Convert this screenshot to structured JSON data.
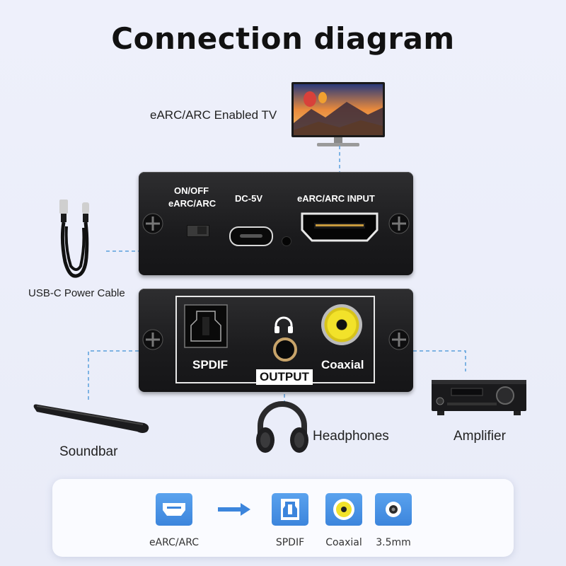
{
  "title": "Connection diagram",
  "tv": {
    "label": "eARC/ARC Enabled TV"
  },
  "top_panel": {
    "switch_label_1": "ON/OFF",
    "switch_label_2": "eARC/ARC",
    "dc_label": "DC-5V",
    "input_label": "eARC/ARC INPUT"
  },
  "bottom_panel": {
    "spdif_label": "SPDIF",
    "output_label": "OUTPUT",
    "coaxial_label": "Coaxial"
  },
  "devices": {
    "usb_label": "USB-C Power Cable",
    "soundbar_label": "Soundbar",
    "headphones_label": "Headphones",
    "amplifier_label": "Amplifier"
  },
  "legend": {
    "earc_label": "eARC/ARC",
    "spdif_label": "SPDIF",
    "coaxial_label": "Coaxial",
    "jack_label": "3.5mm"
  },
  "colors": {
    "connector_dot": "#3d8fe0",
    "dashed_line": "#5a9fdc",
    "tile": "#4a94e6"
  }
}
